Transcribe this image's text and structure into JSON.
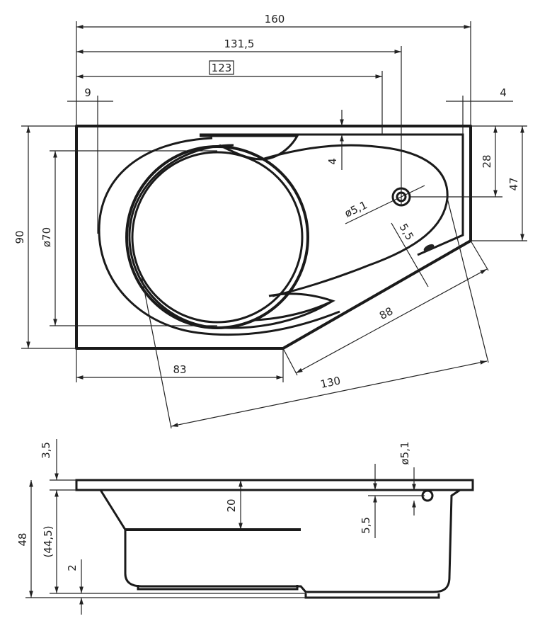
{
  "top_view": {
    "dims": {
      "width_total": "160",
      "width_1": "131,5",
      "width_2": "123",
      "offset_left": "9",
      "offset_right": "4",
      "height": "90",
      "bowl_diameter": "ø70",
      "rim_gap": "4",
      "drain_y": "28",
      "corner_y": "47",
      "drain_diameter": "ø5,1",
      "drain_gap": "5,5",
      "bottom_left": "83",
      "diagonal_inner": "88",
      "diagonal_outer": "130"
    }
  },
  "side_view": {
    "dims": {
      "rim": "3,5",
      "total_height": "48",
      "inner_height": "(44,5)",
      "step": "20",
      "base": "2",
      "drain_diameter": "ø5,1",
      "drain_gap": "5,5"
    }
  }
}
